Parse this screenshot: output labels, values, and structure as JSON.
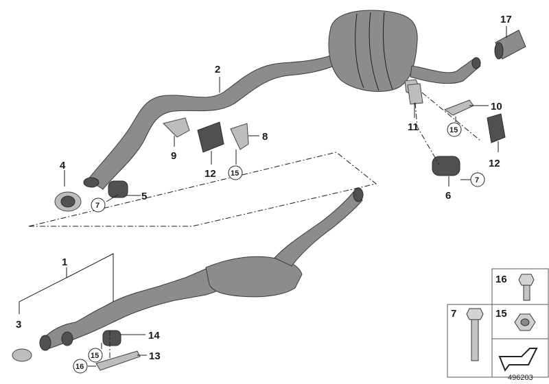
{
  "callouts": {
    "p1": "1",
    "p2": "2",
    "p3": "3",
    "p4": "4",
    "p5": "5",
    "p6": "6",
    "p8": "8",
    "p9": "9",
    "p10": "10",
    "p11": "11",
    "p12": "12",
    "p13": "13",
    "p14": "14",
    "p17": "17"
  },
  "circled_refs": {
    "seven": "7",
    "fifteen": "15",
    "sixteen": "16"
  },
  "legend": {
    "item16": "16",
    "item7": "7",
    "item15": "15"
  },
  "document_number": "496203"
}
